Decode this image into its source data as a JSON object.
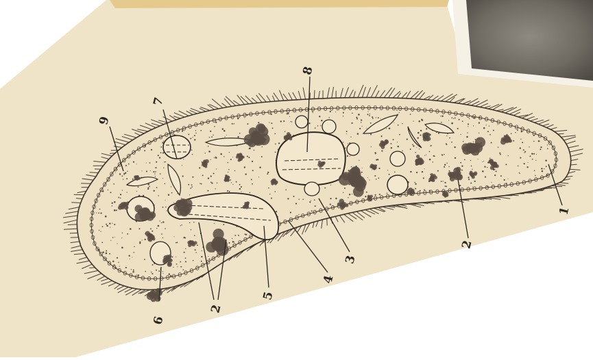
{
  "labels": {
    "l1": "1",
    "l2a": "2",
    "l2b": "2",
    "l3": "3",
    "l4": "4",
    "l5": "5",
    "l6": "6",
    "l7": "7",
    "l8": "8",
    "l9": "9"
  },
  "colors": {
    "paper": "#efe3c8",
    "ink": "#4a3f36",
    "dark_ink": "#2b2520",
    "photo_gray": "#7a756b",
    "top_strip": "#e9c98a"
  }
}
